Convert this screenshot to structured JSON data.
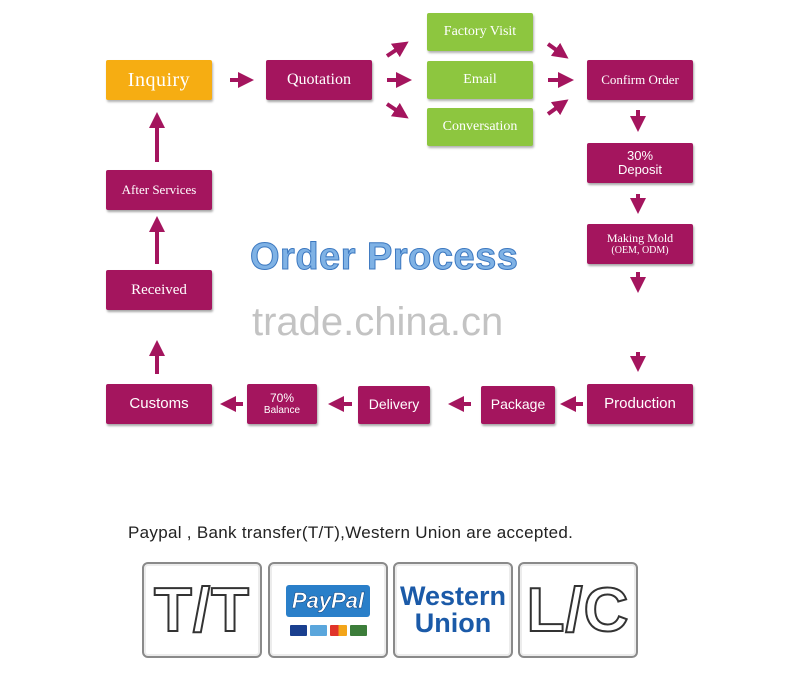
{
  "diagram": {
    "title": "Order Process",
    "watermark": "trade.china.cn",
    "steps": {
      "inquiry": "Inquiry",
      "quotation": "Quotation",
      "factory_visit": "Factory Visit",
      "email": "Email",
      "conversation": "Conversation",
      "confirm_order": "Confirm Order",
      "deposit_pct": "30%",
      "deposit": "Deposit",
      "making_mold": "Making Mold",
      "oem_odm": "(OEM, ODM)",
      "production": "Production",
      "package": "Package",
      "delivery": "Delivery",
      "balance_pct": "70%",
      "balance": "Balance",
      "customs": "Customs",
      "received": "Received",
      "after_services": "After Services"
    },
    "colors": {
      "step": "#a4155e",
      "start": "#f6ad12",
      "contact": "#8dc63f",
      "arrow": "#a4155e"
    }
  },
  "payment": {
    "note": "Paypal , Bank transfer(T/T),Western Union are accepted.",
    "tt": "T/T",
    "paypal": "PayPal",
    "western_union_line1": "Western",
    "western_union_line2": "Union",
    "lc": "L/C",
    "card_icons": [
      "visa-icon",
      "amex-icon",
      "mastercard-icon",
      "discover-icon"
    ]
  }
}
